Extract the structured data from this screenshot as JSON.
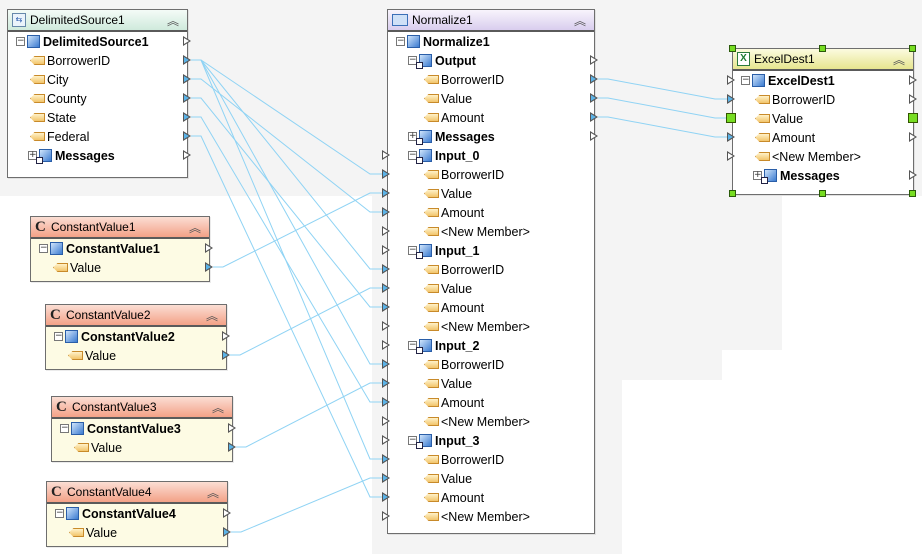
{
  "colors": {
    "wire": "#8fd3f4",
    "port_connected": "#5bb3e8",
    "selection_handle": "#77dd22",
    "header_source": "#cfeadc",
    "header_normalize": "#d9cdee",
    "header_excel": "#e6e58f",
    "header_constant": "#f3a187",
    "constant_body": "#fdfbe4"
  },
  "components": {
    "source": {
      "header_title": "DelimitedSource1",
      "header_icon": "delimited-source-icon",
      "collapse_icon": "double-chevron-up-icon",
      "root_label": "DelimitedSource1",
      "fields": [
        "BorrowerID",
        "City",
        "County",
        "State",
        "Federal"
      ],
      "messages_label": "Messages"
    },
    "normalize": {
      "header_title": "Normalize1",
      "header_icon": "normalize-icon",
      "collapse_icon": "double-chevron-up-icon",
      "root_label": "Normalize1",
      "output": {
        "label": "Output",
        "fields": [
          "BorrowerID",
          "Value",
          "Amount"
        ],
        "messages_label": "Messages"
      },
      "inputs": [
        {
          "label": "Input_0",
          "fields": [
            "BorrowerID",
            "Value",
            "Amount",
            "<New Member>"
          ]
        },
        {
          "label": "Input_1",
          "fields": [
            "BorrowerID",
            "Value",
            "Amount",
            "<New Member>"
          ]
        },
        {
          "label": "Input_2",
          "fields": [
            "BorrowerID",
            "Value",
            "Amount",
            "<New Member>"
          ]
        },
        {
          "label": "Input_3",
          "fields": [
            "BorrowerID",
            "Value",
            "Amount",
            "<New Member>"
          ]
        }
      ]
    },
    "excel": {
      "header_title": "ExcelDest1",
      "header_icon": "excel-icon",
      "collapse_icon": "double-chevron-up-icon",
      "root_label": "ExcelDest1",
      "fields": [
        "BorrowerID",
        "Value",
        "Amount",
        "<New Member>"
      ],
      "messages_label": "Messages",
      "selected": true
    },
    "constants": [
      {
        "header_title": "ConstantValue1",
        "root_label": "ConstantValue1",
        "field": "Value"
      },
      {
        "header_title": "ConstantValue2",
        "root_label": "ConstantValue2",
        "field": "Value"
      },
      {
        "header_title": "ConstantValue3",
        "root_label": "ConstantValue3",
        "field": "Value"
      },
      {
        "header_title": "ConstantValue4",
        "root_label": "ConstantValue4",
        "field": "Value"
      }
    ]
  },
  "glyphs": {
    "collapse": "︽",
    "expand_minus": "−",
    "expand_plus": "+",
    "constant_c": "C",
    "excel_x": "X",
    "source_icon": "⇆"
  },
  "connections": [
    {
      "from": "DelimitedSource1.BorrowerID",
      "to": "Normalize1.Input_0.BorrowerID"
    },
    {
      "from": "DelimitedSource1.BorrowerID",
      "to": "Normalize1.Input_1.BorrowerID"
    },
    {
      "from": "DelimitedSource1.BorrowerID",
      "to": "Normalize1.Input_2.BorrowerID"
    },
    {
      "from": "DelimitedSource1.BorrowerID",
      "to": "Normalize1.Input_3.BorrowerID"
    },
    {
      "from": "DelimitedSource1.City",
      "to": "Normalize1.Input_0.Amount"
    },
    {
      "from": "DelimitedSource1.County",
      "to": "Normalize1.Input_1.Amount"
    },
    {
      "from": "DelimitedSource1.State",
      "to": "Normalize1.Input_2.Amount"
    },
    {
      "from": "DelimitedSource1.Federal",
      "to": "Normalize1.Input_3.Amount"
    },
    {
      "from": "ConstantValue1.Value",
      "to": "Normalize1.Input_0.Value"
    },
    {
      "from": "ConstantValue2.Value",
      "to": "Normalize1.Input_1.Value"
    },
    {
      "from": "ConstantValue3.Value",
      "to": "Normalize1.Input_2.Value"
    },
    {
      "from": "ConstantValue4.Value",
      "to": "Normalize1.Input_3.Value"
    },
    {
      "from": "Normalize1.Output.BorrowerID",
      "to": "ExcelDest1.BorrowerID"
    },
    {
      "from": "Normalize1.Output.Value",
      "to": "ExcelDest1.Value"
    },
    {
      "from": "Normalize1.Output.Amount",
      "to": "ExcelDest1.Amount"
    }
  ]
}
